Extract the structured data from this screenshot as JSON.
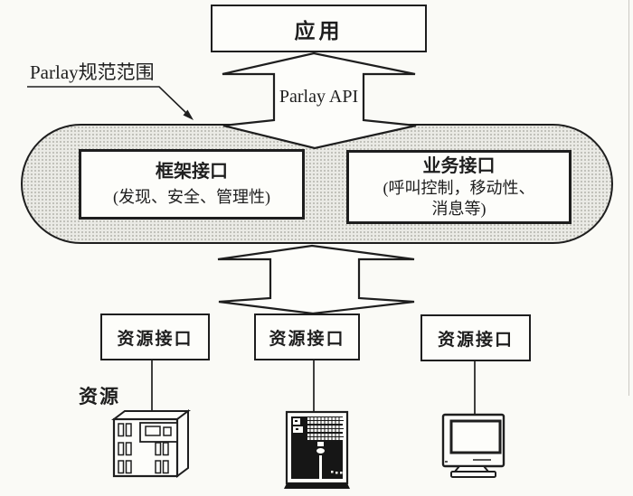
{
  "diagram": {
    "application_label": "应用",
    "scope_label": "Parlay规范范围",
    "api_label": "Parlay API",
    "framework_box": {
      "title": "框架接口",
      "subtitle": "(发现、安全、管理性)"
    },
    "service_box": {
      "title": "业务接口",
      "lines": [
        "(呼叫控制，移动性、",
        "消息等)"
      ]
    },
    "resource_boxes": [
      {
        "label": "资源接口"
      },
      {
        "label": "资源接口"
      },
      {
        "label": "资源接口"
      }
    ],
    "resource_label": "资源",
    "icons": {
      "left": "switch-cabinet-icon",
      "middle": "tower-server-icon",
      "right": "crt-monitor-icon"
    },
    "colors": {
      "ink": "#1e1e1e",
      "paper": "#fafaf6",
      "box_fill": "#fdfdfa",
      "stadium_fill": "#eaeae5",
      "stadium_dot": "#b3b3ac"
    }
  }
}
